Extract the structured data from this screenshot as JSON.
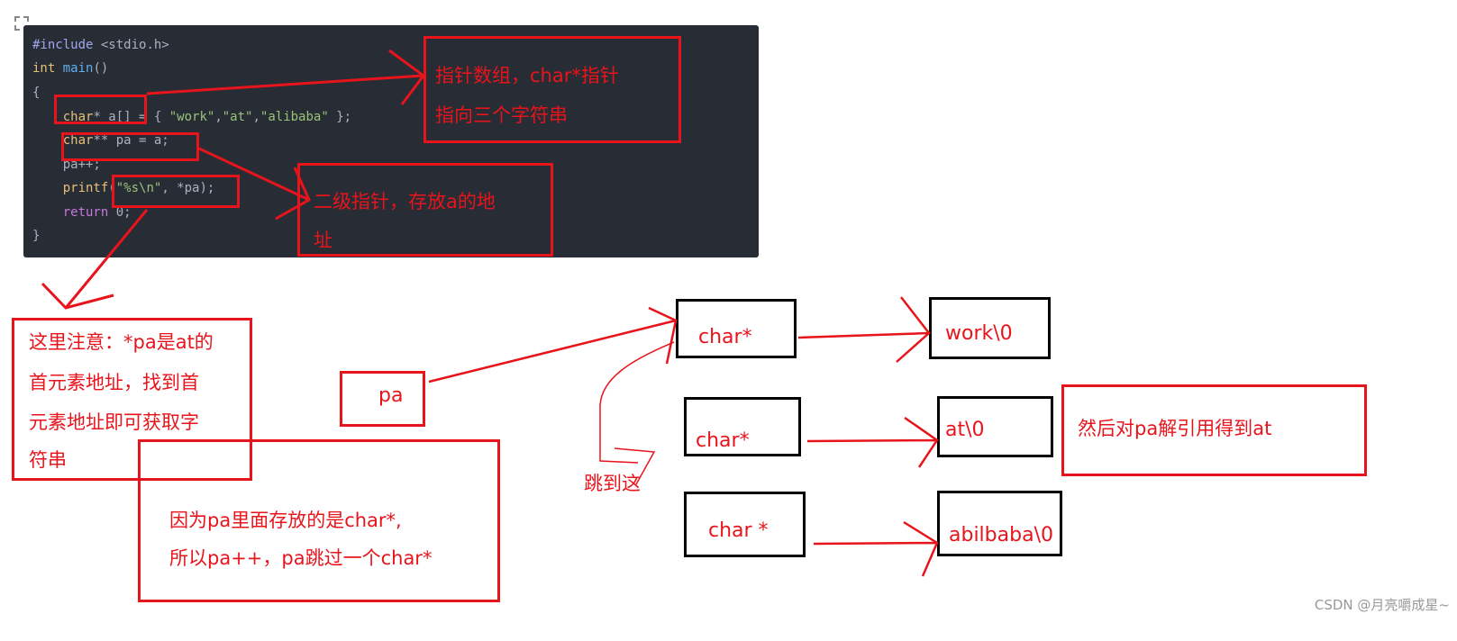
{
  "code": {
    "lines": [
      {
        "parts": [
          "#include",
          " <stdio.h>"
        ]
      },
      {
        "parts": [
          "int",
          " ",
          "main",
          "()"
        ]
      },
      {
        "parts": [
          "{"
        ]
      },
      {
        "parts": [
          "    ",
          "char",
          "* a[] = { ",
          "\"work\"",
          ",",
          "\"at\"",
          ",",
          "\"alibaba\"",
          " };"
        ]
      },
      {
        "parts": [
          "    ",
          "char",
          "** pa = a;"
        ]
      },
      {
        "parts": [
          "    pa++;"
        ]
      },
      {
        "parts": [
          "    ",
          "printf",
          "(",
          "\"%s\\n\"",
          ", *pa);"
        ]
      },
      {
        "parts": [
          "    ",
          "return",
          " 0;"
        ]
      },
      {
        "parts": [
          "}"
        ]
      }
    ]
  },
  "annotations": {
    "pointer_array": [
      "指针数组，char*指针",
      "指向三个字符串"
    ],
    "double_pointer": [
      "二级指针，存放a的地",
      "址"
    ],
    "note": [
      "这里注意：*pa是at的",
      "首元素地址，找到首",
      "元素地址即可获取字",
      "符串"
    ],
    "reason": [
      "因为pa里面存放的是char*,",
      "所以pa++，pa跳过一个char*"
    ],
    "deref": "然后对pa解引用得到at",
    "jump": "跳到这"
  },
  "memory": {
    "pa": "pa",
    "pointers": [
      "char*",
      "char*",
      "char *"
    ],
    "strings": [
      "work\\0",
      "at\\0",
      "abilbaba\\0"
    ]
  },
  "watermark": "CSDN @月亮嚼成星~",
  "colors": {
    "annotation": "#e8141c",
    "code_bg": "#282c34"
  }
}
